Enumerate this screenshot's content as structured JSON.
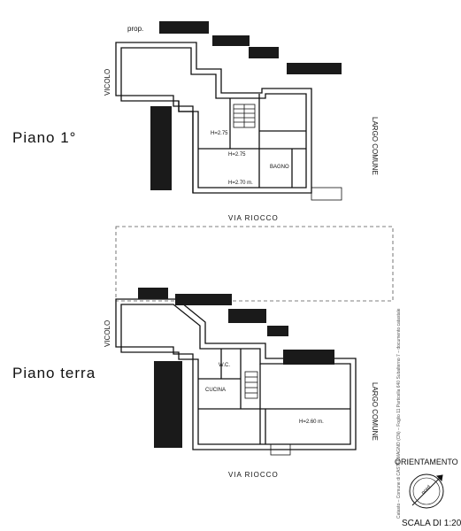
{
  "floors": {
    "first": {
      "title": "Piano 1°",
      "prop_label": "prop.",
      "street_left": "VICOLO",
      "street_right": "LARGO COMUNE",
      "street_bottom": "VIA RIOCCO",
      "heights": [
        "H=2.75",
        "H=2.75",
        "H=2.70 m."
      ],
      "room_bath": "BAGNO"
    },
    "ground": {
      "title": "Piano terra",
      "street_left": "VICOLO",
      "street_right": "LARGO COMUNE",
      "street_bottom": "VIA RIOCCO",
      "room_wc": "W.C.",
      "room_kitchen": "CUCINA",
      "height": "H=2.60 m."
    }
  },
  "legend": {
    "orientation": "ORIENTAMENTO",
    "north": "nord",
    "scale": "SCALA DI 1:20"
  },
  "side_note": "Catasto – Comune di CASTELMAGNO (CN) – Foglio 11 Particella 640 Subalterno 7 – documento catastale",
  "colors": {
    "ink": "#111111",
    "redaction": "#1a1a1a"
  }
}
